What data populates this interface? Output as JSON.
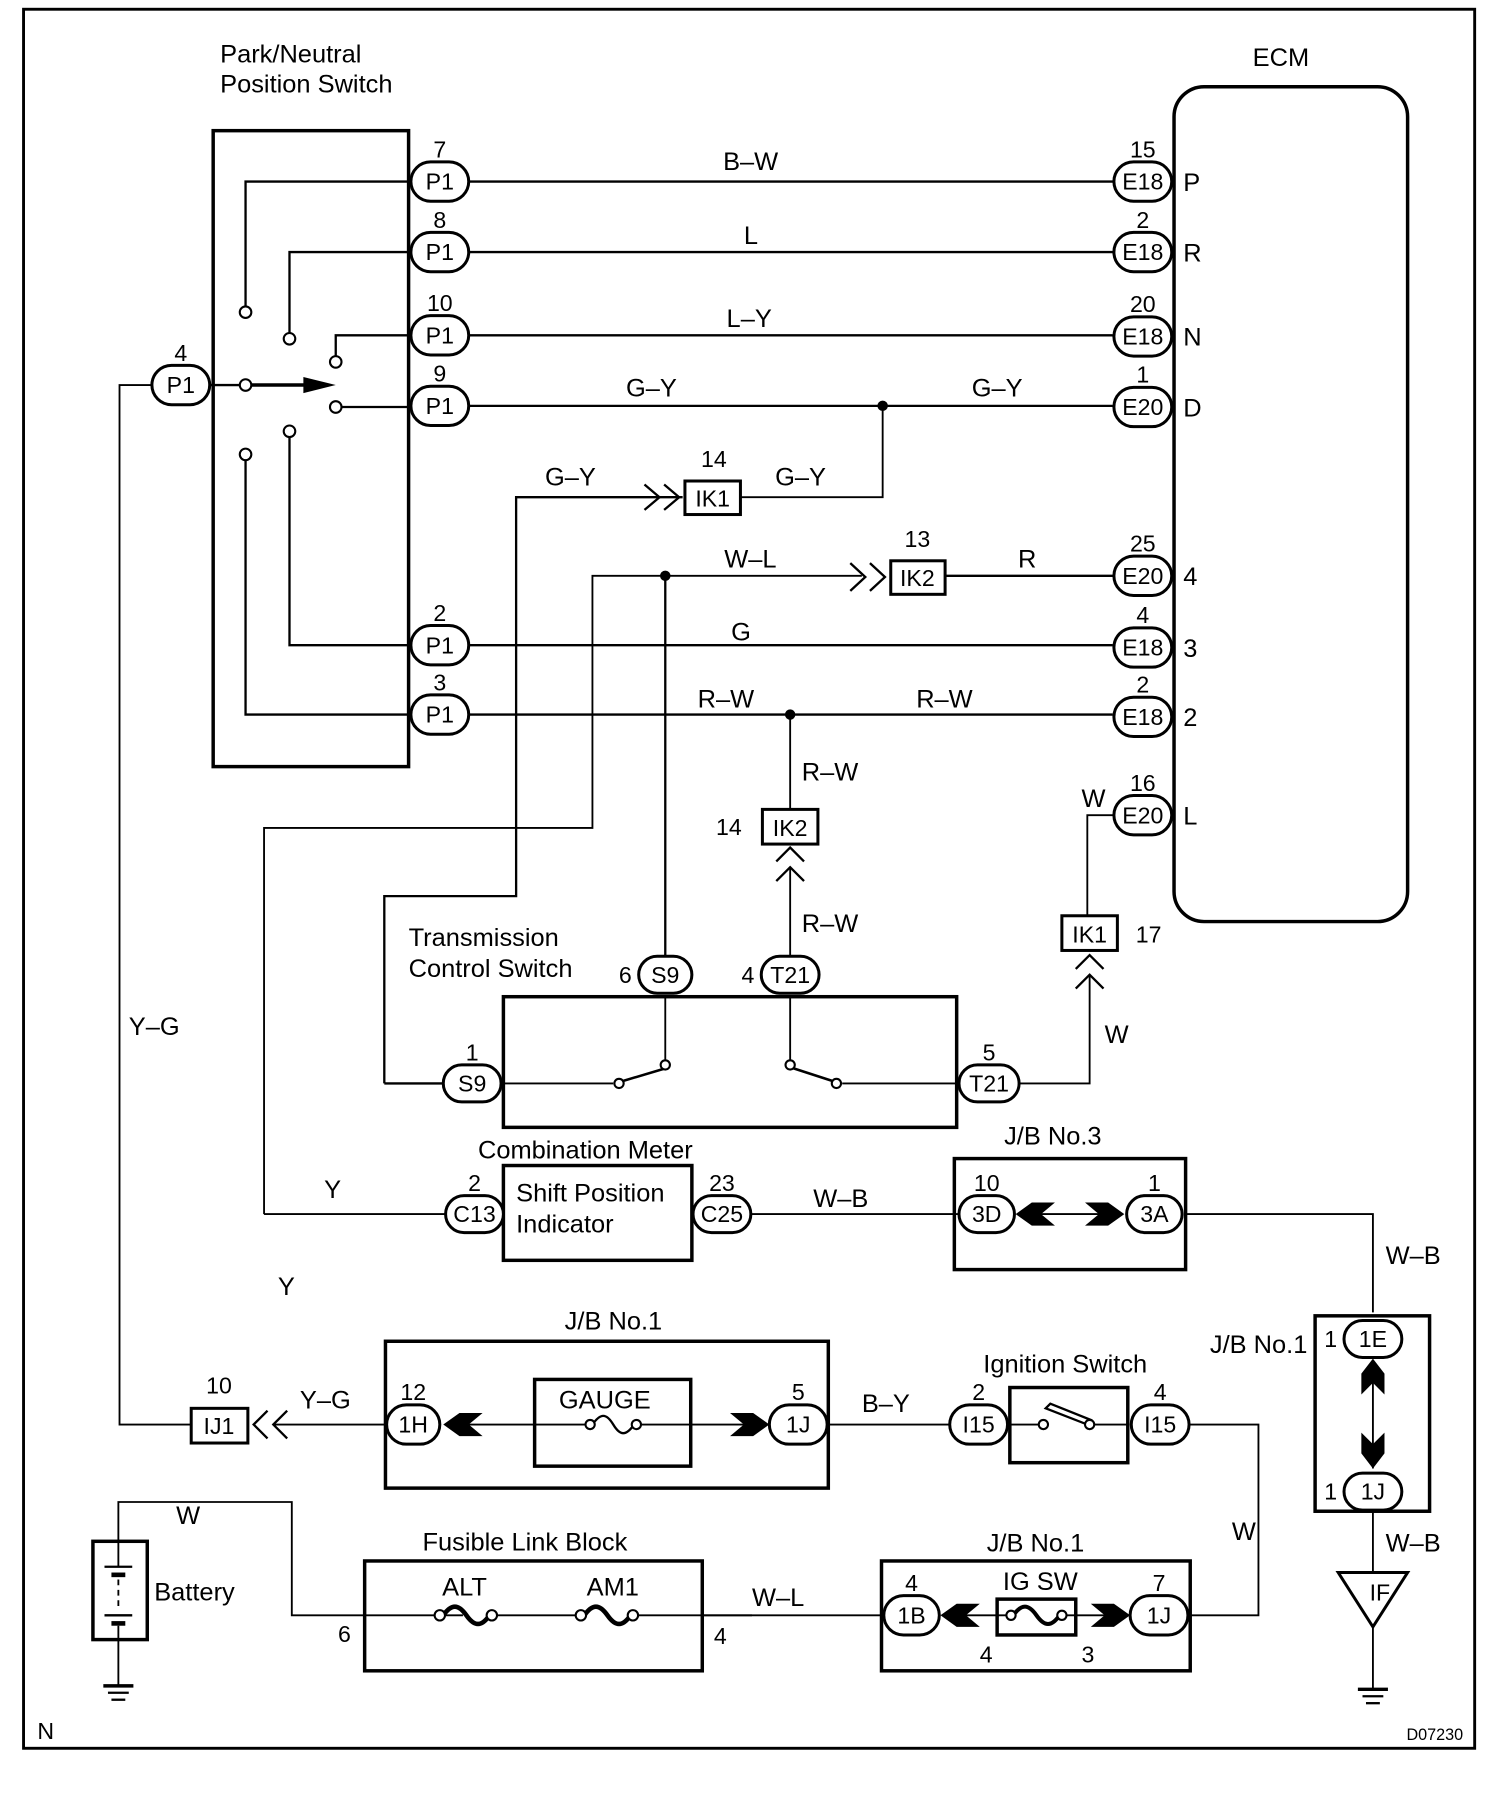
{
  "diagram": {
    "figure_code": "D07230",
    "corner_mark": "N",
    "components": {
      "pnp_switch": {
        "title_line1": "Park/Neutral",
        "title_line2": "Position Switch"
      },
      "ecm": {
        "title": "ECM"
      },
      "transmission_switch": {
        "title_line1": "Transmission",
        "title_line2": "Control Switch"
      },
      "combination_meter": {
        "title": "Combination Meter",
        "inner_line1": "Shift Position",
        "inner_line2": "Indicator"
      },
      "jb3": {
        "title": "J/B No.3"
      },
      "jb1_gauge": {
        "title": "J/B No.1",
        "fuse": "GAUGE"
      },
      "jb1_right": {
        "title": "J/B No.1"
      },
      "jb1_igsw": {
        "title": "J/B No.1",
        "fuse": "IG SW",
        "fuse_pin_left": "4",
        "fuse_pin_right": "3"
      },
      "ignition_switch": {
        "title": "Ignition Switch"
      },
      "battery": {
        "title": "Battery"
      },
      "fusible_link_block": {
        "title": "Fusible Link Block",
        "fuse1": "ALT",
        "fuse2": "AM1",
        "pin_left": "6",
        "pin_right": "4"
      },
      "ground_if": {
        "label": "IF"
      }
    },
    "pnp_pins": [
      {
        "pin": "7",
        "connector": "P1"
      },
      {
        "pin": "8",
        "connector": "P1"
      },
      {
        "pin": "10",
        "connector": "P1"
      },
      {
        "pin": "9",
        "connector": "P1"
      },
      {
        "pin": "2",
        "connector": "P1"
      },
      {
        "pin": "3",
        "connector": "P1"
      },
      {
        "pin": "4",
        "connector": "P1"
      }
    ],
    "ecm_pins": [
      {
        "pin": "15",
        "connector": "E18",
        "terminal": "P"
      },
      {
        "pin": "2",
        "connector": "E18",
        "terminal": "R"
      },
      {
        "pin": "20",
        "connector": "E18",
        "terminal": "N"
      },
      {
        "pin": "1",
        "connector": "E20",
        "terminal": "D"
      },
      {
        "pin": "25",
        "connector": "E20",
        "terminal": "4"
      },
      {
        "pin": "4",
        "connector": "E18",
        "terminal": "3"
      },
      {
        "pin": "2",
        "connector": "E18",
        "terminal": "2"
      },
      {
        "pin": "16",
        "connector": "E20",
        "terminal": "L"
      }
    ],
    "junction_connectors": {
      "ik1_upper": {
        "name": "IK1",
        "pin": "14"
      },
      "ik2_upper": {
        "name": "IK2",
        "pin": "13"
      },
      "ik2_lower": {
        "name": "IK2",
        "pin": "14"
      },
      "ik1_lower": {
        "name": "IK1",
        "pin": "17"
      },
      "ij1": {
        "name": "IJ1",
        "pin": "10"
      }
    },
    "tcs_pins": [
      {
        "pin": "6",
        "connector": "S9"
      },
      {
        "pin": "4",
        "connector": "T21"
      },
      {
        "pin": "1",
        "connector": "S9"
      },
      {
        "pin": "5",
        "connector": "T21"
      }
    ],
    "meter_pins": [
      {
        "pin": "2",
        "connector": "C13"
      },
      {
        "pin": "23",
        "connector": "C25"
      }
    ],
    "jb3_pins": [
      {
        "pin": "10",
        "connector": "3D"
      },
      {
        "pin": "1",
        "connector": "3A"
      }
    ],
    "jb1_gauge_pins": [
      {
        "pin": "12",
        "connector": "1H"
      },
      {
        "pin": "5",
        "connector": "1J"
      }
    ],
    "jb1_right_pins": [
      {
        "pin": "1",
        "connector": "1E"
      },
      {
        "pin": "1",
        "connector": "1J"
      }
    ],
    "jb1_igsw_pins": [
      {
        "pin": "4",
        "connector": "1B"
      },
      {
        "pin": "7",
        "connector": "1J"
      }
    ],
    "ignition_pins": [
      {
        "pin": "2",
        "connector": "I15"
      },
      {
        "pin": "4",
        "connector": "I15"
      }
    ],
    "wire_colors": {
      "p_line": "B–W",
      "r_line": "L",
      "n_line": "L–Y",
      "d_line_left": "G–Y",
      "d_line_right": "G–Y",
      "gy_to_ik1": "G–Y",
      "ik1_to_junction": "G–Y",
      "wl_line": "W–L",
      "r_to_ecm": "R",
      "g_line": "G",
      "rw_left": "R–W",
      "rw_right": "R–W",
      "rw_down_upper": "R–W",
      "rw_down_lower": "R–W",
      "w_to_l": "W",
      "w_from_t21": "W",
      "yg_left": "Y–G",
      "y_upper": "Y",
      "y_lower": "Y",
      "yg_ij1": "Y–G",
      "wb_meter": "W–B",
      "wb_right_upper": "W–B",
      "wb_right_lower": "W–B",
      "by_line": "B–Y",
      "w_ignition": "W",
      "w_battery": "W",
      "wl_fusible": "W–L"
    }
  }
}
